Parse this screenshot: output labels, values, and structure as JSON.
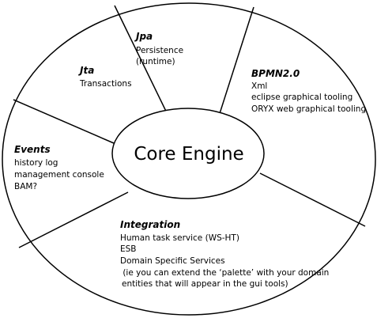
{
  "core": {
    "label": "Core Engine"
  },
  "segments": {
    "jpa": {
      "title": "Jpa",
      "items": [
        "Persistence",
        "(runtime)"
      ]
    },
    "jta": {
      "title": "Jta",
      "items": [
        "Transactions"
      ]
    },
    "bpmn": {
      "title": "BPMN2.0",
      "items": [
        "Xml",
        "eclipse graphical tooling",
        "ORYX web graphical tooling"
      ]
    },
    "events": {
      "title": "Events",
      "items": [
        "history log",
        "management console",
        "BAM?"
      ]
    },
    "integration": {
      "title": "Integration",
      "items": [
        "Human task service (WS-HT)",
        "ESB",
        "Domain Specific Services",
        " (ie you can extend the ‘palette’ with your domain",
        "entities that will appear in the gui tools)"
      ]
    }
  },
  "colors": {
    "stroke": "#000000",
    "fill": "#ffffff",
    "text": "#000000"
  }
}
